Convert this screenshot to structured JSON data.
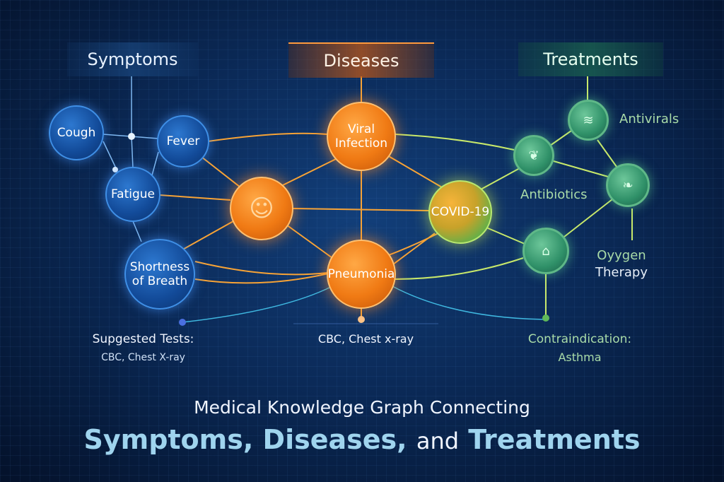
{
  "headers": {
    "symptoms": "Symptoms",
    "diseases": "Diseases",
    "treatments": "Treatments"
  },
  "symptoms": {
    "cough": "Cough",
    "fever": "Fever",
    "fatigue": "Fatigue",
    "shortness": [
      "Shortness",
      "of Breath"
    ]
  },
  "diseases": {
    "viral": [
      "Viral",
      "Infection"
    ],
    "covid": "COVID-19",
    "pneumonia": "Pneumonia"
  },
  "treatments": {
    "antivirals": "Antivirals",
    "antibiotics": "Antibiotics",
    "oxygen": [
      "Oyygen",
      "Therapy"
    ]
  },
  "tests": {
    "label": "Supgested Tests:",
    "value": "CBC, Chest X-ray",
    "pneumonia_tests": "CBC, Chest x-ray"
  },
  "contraindication": {
    "label": "Contraindication:",
    "value": "Asthma"
  },
  "title": {
    "line1": "Medical Knowledge Graph Connecting",
    "symptoms": "Symptoms,",
    "diseases": "Diseases,",
    "and": "and",
    "treatments": "Treatments"
  },
  "colors": {
    "symptom": "#1f5fb4",
    "disease": "#f07a14",
    "treatment": "#2f9068",
    "edge_orange": "#f7a336",
    "edge_green": "#c8e86a",
    "edge_cyan": "#3fb8e0"
  }
}
